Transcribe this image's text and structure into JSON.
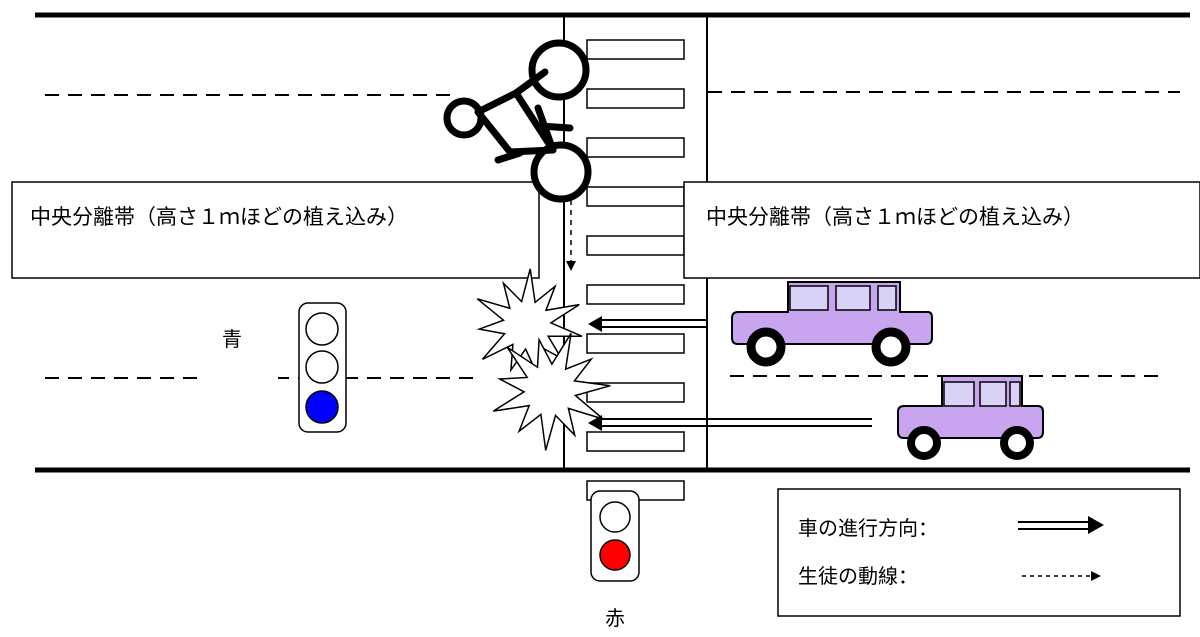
{
  "median_label_left": "中央分離帯（高さ１ｍほどの植え込み）",
  "median_label_right": "中央分離帯（高さ１ｍほどの植え込み）",
  "signal_pedestrian_label": "青",
  "signal_vehicle_label": "赤",
  "legend": {
    "car_direction": "車の進行方向：",
    "student_path": "生徒の動線："
  },
  "colors": {
    "car_body": "#c9a5ef",
    "car_window": "#d9d2f7",
    "signal_go": "#0000ff",
    "signal_stop": "#ff0000"
  },
  "icons": [
    "bicycle-icon",
    "collision-icon",
    "car-icon",
    "traffic-light-icon"
  ]
}
